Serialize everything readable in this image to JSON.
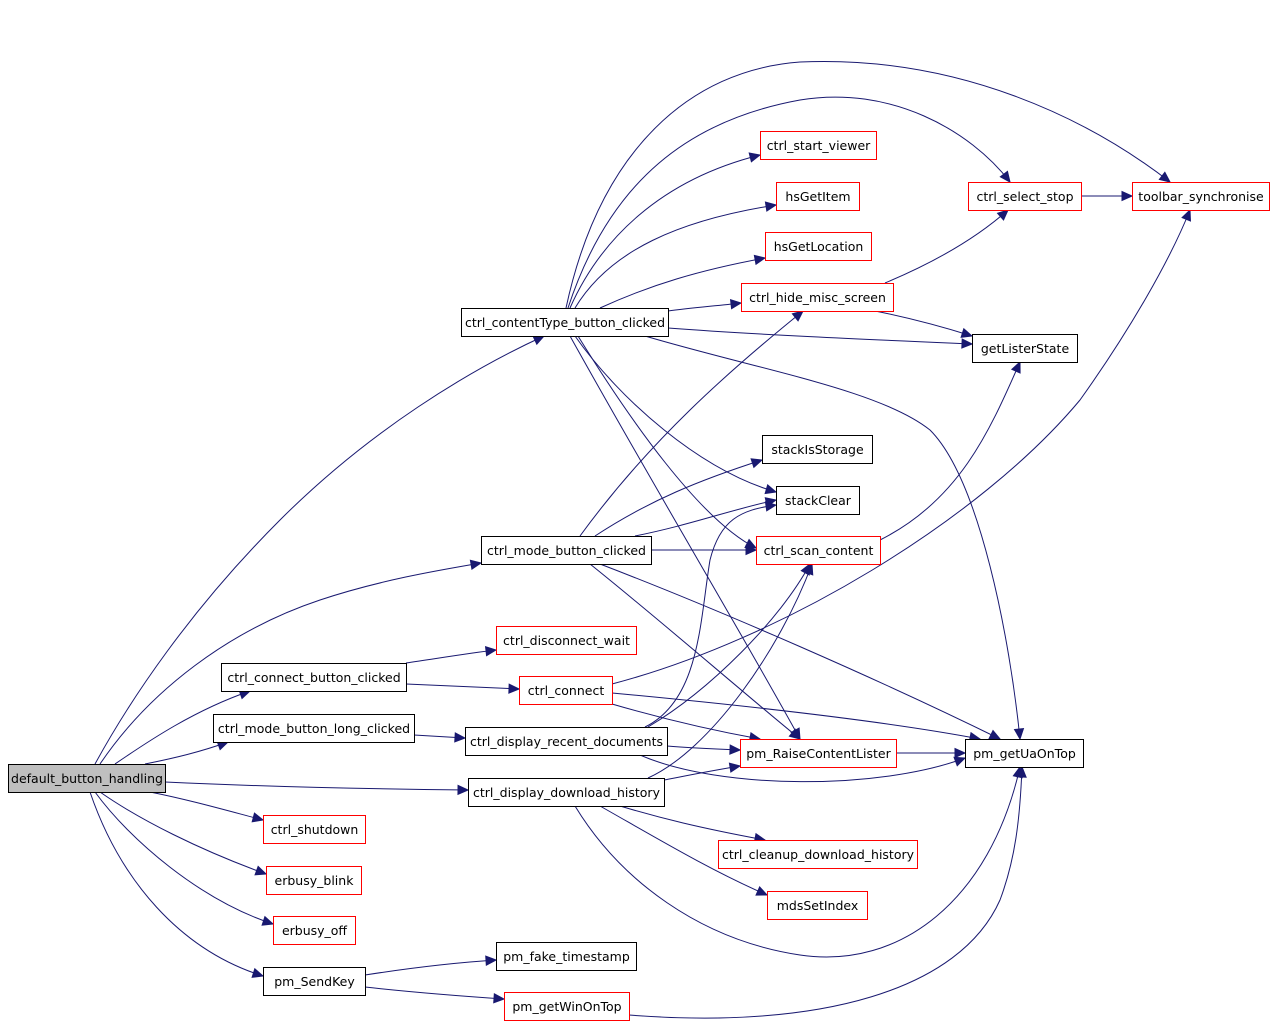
{
  "colors": {
    "edge": "#191970",
    "node_border_default": "#000000",
    "node_border_red": "#ff0000",
    "root_fill": "#bfbfbf",
    "node_fill": "#ffffff"
  },
  "nodes": [
    {
      "id": "default_button_handling",
      "label": "default_button_handling",
      "border": "black",
      "root": true
    },
    {
      "id": "ctrl_contentType_button_clicked",
      "label": "ctrl_contentType_button_clicked",
      "border": "black"
    },
    {
      "id": "ctrl_mode_button_clicked",
      "label": "ctrl_mode_button_clicked",
      "border": "black"
    },
    {
      "id": "ctrl_connect_button_clicked",
      "label": "ctrl_connect_button_clicked",
      "border": "black"
    },
    {
      "id": "ctrl_mode_button_long_clicked",
      "label": "ctrl_mode_button_long_clicked",
      "border": "black"
    },
    {
      "id": "ctrl_display_recent_documents",
      "label": "ctrl_display_recent_documents",
      "border": "black"
    },
    {
      "id": "ctrl_display_download_history",
      "label": "ctrl_display_download_history",
      "border": "black"
    },
    {
      "id": "ctrl_start_viewer",
      "label": "ctrl_start_viewer",
      "border": "red"
    },
    {
      "id": "hsGetItem",
      "label": "hsGetItem",
      "border": "red"
    },
    {
      "id": "hsGetLocation",
      "label": "hsGetLocation",
      "border": "red"
    },
    {
      "id": "ctrl_hide_misc_screen",
      "label": "ctrl_hide_misc_screen",
      "border": "red"
    },
    {
      "id": "ctrl_select_stop",
      "label": "ctrl_select_stop",
      "border": "red"
    },
    {
      "id": "toolbar_synchronise",
      "label": "toolbar_synchronise",
      "border": "red"
    },
    {
      "id": "getListerState",
      "label": "getListerState",
      "border": "black"
    },
    {
      "id": "stackIsStorage",
      "label": "stackIsStorage",
      "border": "black"
    },
    {
      "id": "stackClear",
      "label": "stackClear",
      "border": "black"
    },
    {
      "id": "ctrl_scan_content",
      "label": "ctrl_scan_content",
      "border": "red"
    },
    {
      "id": "ctrl_disconnect_wait",
      "label": "ctrl_disconnect_wait",
      "border": "red"
    },
    {
      "id": "ctrl_connect",
      "label": "ctrl_connect",
      "border": "red"
    },
    {
      "id": "pm_RaiseContentLister",
      "label": "pm_RaiseContentLister",
      "border": "red"
    },
    {
      "id": "pm_getUaOnTop",
      "label": "pm_getUaOnTop",
      "border": "black"
    },
    {
      "id": "ctrl_shutdown",
      "label": "ctrl_shutdown",
      "border": "red"
    },
    {
      "id": "erbusy_blink",
      "label": "erbusy_blink",
      "border": "red"
    },
    {
      "id": "erbusy_off",
      "label": "erbusy_off",
      "border": "red"
    },
    {
      "id": "pm_SendKey",
      "label": "pm_SendKey",
      "border": "black"
    },
    {
      "id": "pm_fake_timestamp",
      "label": "pm_fake_timestamp",
      "border": "black"
    },
    {
      "id": "pm_getWinOnTop",
      "label": "pm_getWinOnTop",
      "border": "red"
    },
    {
      "id": "ctrl_cleanup_download_history",
      "label": "ctrl_cleanup_download_history",
      "border": "red"
    },
    {
      "id": "mdsSetIndex",
      "label": "mdsSetIndex",
      "border": "red"
    }
  ],
  "edges": [
    {
      "from": "default_button_handling",
      "to": "ctrl_contentType_button_clicked"
    },
    {
      "from": "default_button_handling",
      "to": "ctrl_mode_button_clicked"
    },
    {
      "from": "default_button_handling",
      "to": "ctrl_connect_button_clicked"
    },
    {
      "from": "default_button_handling",
      "to": "ctrl_mode_button_long_clicked"
    },
    {
      "from": "default_button_handling",
      "to": "ctrl_display_download_history"
    },
    {
      "from": "default_button_handling",
      "to": "ctrl_shutdown"
    },
    {
      "from": "default_button_handling",
      "to": "erbusy_blink"
    },
    {
      "from": "default_button_handling",
      "to": "erbusy_off"
    },
    {
      "from": "default_button_handling",
      "to": "pm_SendKey"
    },
    {
      "from": "ctrl_contentType_button_clicked",
      "to": "ctrl_start_viewer"
    },
    {
      "from": "ctrl_contentType_button_clicked",
      "to": "hsGetItem"
    },
    {
      "from": "ctrl_contentType_button_clicked",
      "to": "hsGetLocation"
    },
    {
      "from": "ctrl_contentType_button_clicked",
      "to": "ctrl_hide_misc_screen"
    },
    {
      "from": "ctrl_contentType_button_clicked",
      "to": "ctrl_select_stop"
    },
    {
      "from": "ctrl_contentType_button_clicked",
      "to": "toolbar_synchronise"
    },
    {
      "from": "ctrl_contentType_button_clicked",
      "to": "getListerState"
    },
    {
      "from": "ctrl_contentType_button_clicked",
      "to": "stackClear"
    },
    {
      "from": "ctrl_contentType_button_clicked",
      "to": "ctrl_scan_content"
    },
    {
      "from": "ctrl_contentType_button_clicked",
      "to": "pm_RaiseContentLister"
    },
    {
      "from": "ctrl_contentType_button_clicked",
      "to": "pm_getUaOnTop"
    },
    {
      "from": "ctrl_hide_misc_screen",
      "to": "ctrl_select_stop"
    },
    {
      "from": "ctrl_hide_misc_screen",
      "to": "getListerState"
    },
    {
      "from": "ctrl_select_stop",
      "to": "toolbar_synchronise"
    },
    {
      "from": "ctrl_scan_content",
      "to": "getListerState"
    },
    {
      "from": "ctrl_mode_button_clicked",
      "to": "ctrl_hide_misc_screen"
    },
    {
      "from": "ctrl_mode_button_clicked",
      "to": "stackIsStorage"
    },
    {
      "from": "ctrl_mode_button_clicked",
      "to": "stackClear"
    },
    {
      "from": "ctrl_mode_button_clicked",
      "to": "ctrl_scan_content"
    },
    {
      "from": "ctrl_mode_button_clicked",
      "to": "pm_RaiseContentLister"
    },
    {
      "from": "ctrl_mode_button_clicked",
      "to": "pm_getUaOnTop"
    },
    {
      "from": "ctrl_connect_button_clicked",
      "to": "ctrl_disconnect_wait"
    },
    {
      "from": "ctrl_connect_button_clicked",
      "to": "ctrl_connect"
    },
    {
      "from": "ctrl_connect",
      "to": "toolbar_synchronise"
    },
    {
      "from": "ctrl_connect",
      "to": "pm_RaiseContentLister"
    },
    {
      "from": "ctrl_connect",
      "to": "pm_getUaOnTop"
    },
    {
      "from": "ctrl_mode_button_long_clicked",
      "to": "ctrl_display_recent_documents"
    },
    {
      "from": "ctrl_display_recent_documents",
      "to": "stackClear"
    },
    {
      "from": "ctrl_display_recent_documents",
      "to": "ctrl_scan_content"
    },
    {
      "from": "ctrl_display_recent_documents",
      "to": "pm_RaiseContentLister"
    },
    {
      "from": "ctrl_display_recent_documents",
      "to": "pm_getUaOnTop"
    },
    {
      "from": "ctrl_display_download_history",
      "to": "ctrl_scan_content"
    },
    {
      "from": "ctrl_display_download_history",
      "to": "pm_RaiseContentLister"
    },
    {
      "from": "ctrl_display_download_history",
      "to": "ctrl_cleanup_download_history"
    },
    {
      "from": "ctrl_display_download_history",
      "to": "mdsSetIndex"
    },
    {
      "from": "ctrl_display_download_history",
      "to": "pm_getUaOnTop"
    },
    {
      "from": "pm_RaiseContentLister",
      "to": "pm_getUaOnTop"
    },
    {
      "from": "pm_SendKey",
      "to": "pm_fake_timestamp"
    },
    {
      "from": "pm_SendKey",
      "to": "pm_getWinOnTop"
    },
    {
      "from": "pm_getWinOnTop",
      "to": "pm_getUaOnTop"
    }
  ]
}
